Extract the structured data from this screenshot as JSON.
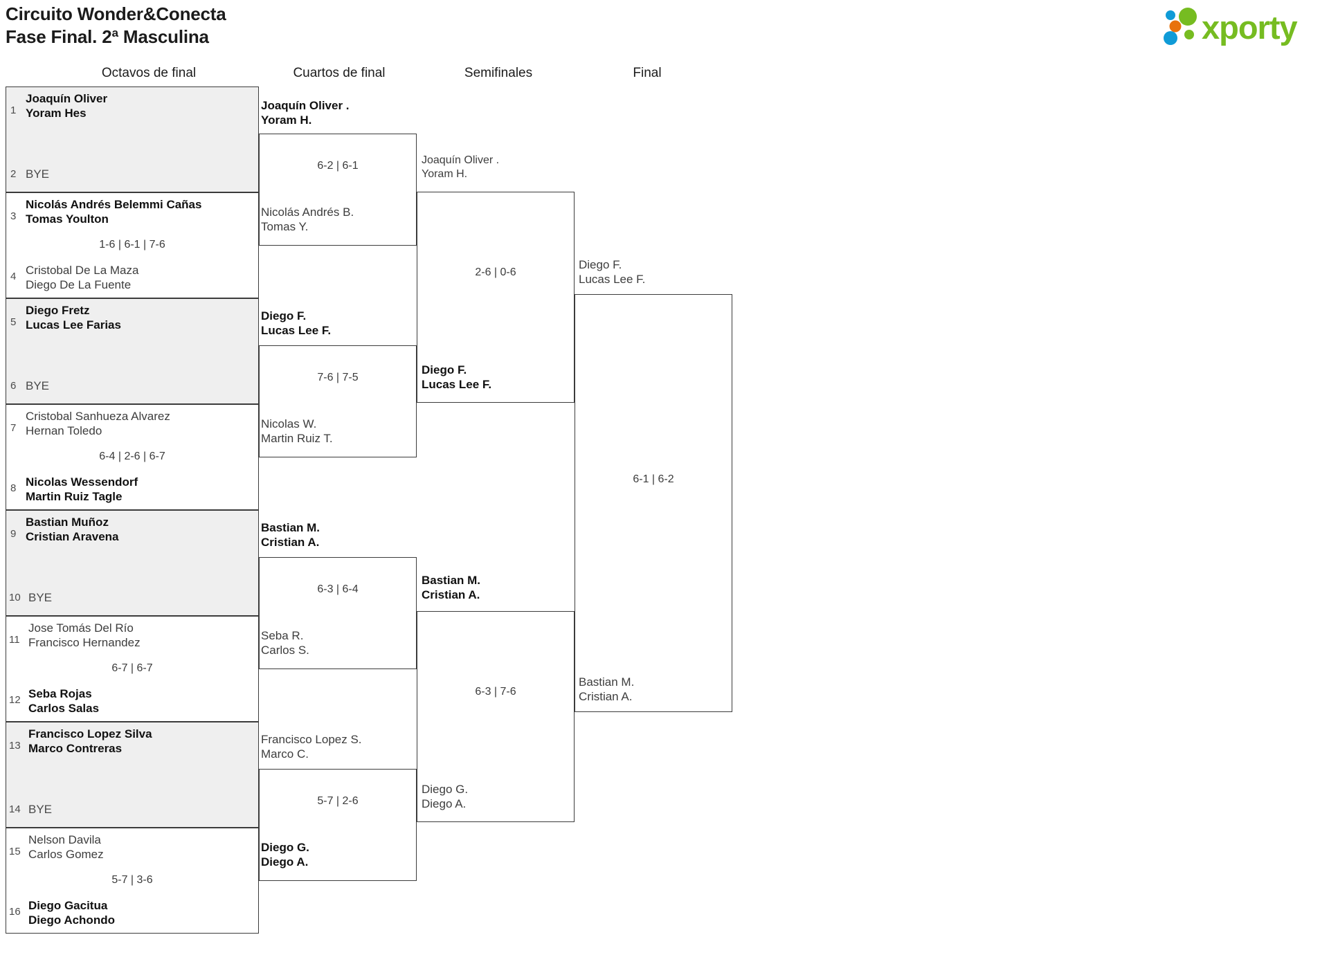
{
  "header": {
    "title_line1": "Circuito Wonder&Conecta",
    "title_line2": "Fase Final. 2ª Masculina",
    "logo_text": "xporty",
    "logo_colors": {
      "green": "#76bc21",
      "blue": "#0f9bd7",
      "orange": "#e8720c"
    }
  },
  "rounds": [
    {
      "label": "Octavos de final"
    },
    {
      "label": "Cuartos de final"
    },
    {
      "label": "Semifinales"
    },
    {
      "label": "Final"
    }
  ],
  "bye_label": "BYE",
  "round1": [
    {
      "seed_top": "1",
      "top_p1": "Joaquín Oliver",
      "top_p2": "Yoram Hes",
      "top_winner": true,
      "seed_bot": "2",
      "bot_bye": true,
      "bot_p1": "BYE",
      "bot_p2": "",
      "bot_winner": false,
      "score": "",
      "bye_block": true
    },
    {
      "seed_top": "3",
      "top_p1": "Nicolás Andrés Belemmi Cañas",
      "top_p2": "Tomas Youlton",
      "top_winner": true,
      "seed_bot": "4",
      "bot_bye": false,
      "bot_p1": "Cristobal De La Maza",
      "bot_p2": "Diego De La Fuente",
      "bot_winner": false,
      "score": "1-6 | 6-1 | 7-6",
      "bye_block": false
    },
    {
      "seed_top": "5",
      "top_p1": "Diego Fretz",
      "top_p2": "Lucas Lee Farias",
      "top_winner": true,
      "seed_bot": "6",
      "bot_bye": true,
      "bot_p1": "BYE",
      "bot_p2": "",
      "bot_winner": false,
      "score": "",
      "bye_block": true
    },
    {
      "seed_top": "7",
      "top_p1": "Cristobal Sanhueza Alvarez",
      "top_p2": "Hernan Toledo",
      "top_winner": false,
      "seed_bot": "8",
      "bot_bye": false,
      "bot_p1": "Nicolas Wessendorf",
      "bot_p2": "Martin Ruiz Tagle",
      "bot_winner": true,
      "score": "6-4 | 2-6 | 6-7",
      "bye_block": false
    },
    {
      "seed_top": "9",
      "top_p1": "Bastian Muñoz",
      "top_p2": "Cristian Aravena",
      "top_winner": true,
      "seed_bot": "10",
      "bot_bye": true,
      "bot_p1": "BYE",
      "bot_p2": "",
      "bot_winner": false,
      "score": "",
      "bye_block": true
    },
    {
      "seed_top": "11",
      "top_p1": "Jose Tomás Del Río",
      "top_p2": "Francisco Hernandez",
      "top_winner": false,
      "seed_bot": "12",
      "bot_bye": false,
      "bot_p1": "Seba Rojas",
      "bot_p2": "Carlos Salas",
      "bot_winner": true,
      "score": "6-7 | 6-7",
      "bye_block": false
    },
    {
      "seed_top": "13",
      "top_p1": "Francisco Lopez Silva",
      "top_p2": "Marco Contreras",
      "top_winner": true,
      "seed_bot": "14",
      "bot_bye": true,
      "bot_p1": "BYE",
      "bot_p2": "",
      "bot_winner": false,
      "score": "",
      "bye_block": true
    },
    {
      "seed_top": "15",
      "top_p1": "Nelson Davila",
      "top_p2": "Carlos Gomez",
      "top_winner": false,
      "seed_bot": "16",
      "bot_bye": false,
      "bot_p1": "Diego Gacitua",
      "bot_p2": "Diego Achondo",
      "bot_winner": true,
      "score": "5-7 | 3-6",
      "bye_block": false
    }
  ],
  "quarterfinals": [
    {
      "top_p1": "Joaquín Oliver .",
      "top_p2": "Yoram H.",
      "top_winner": true,
      "bot_p1": "Nicolás Andrés B.",
      "bot_p2": "Tomas Y.",
      "bot_winner": false,
      "score": "6-2 | 6-1"
    },
    {
      "top_p1": "Diego F.",
      "top_p2": "Lucas Lee F.",
      "top_winner": true,
      "bot_p1": "Nicolas W.",
      "bot_p2": "Martin Ruiz T.",
      "bot_winner": false,
      "score": "7-6 | 7-5"
    },
    {
      "top_p1": "Bastian M.",
      "top_p2": "Cristian A.",
      "top_winner": true,
      "bot_p1": "Seba R.",
      "bot_p2": "Carlos S.",
      "bot_winner": false,
      "score": "6-3 | 6-4"
    },
    {
      "top_p1": "Francisco Lopez S.",
      "top_p2": "Marco C.",
      "top_winner": false,
      "bot_p1": "Diego G.",
      "bot_p2": "Diego A.",
      "bot_winner": true,
      "score": "5-7 | 2-6"
    }
  ],
  "semifinals": [
    {
      "top_p1": "Joaquín Oliver .",
      "top_p2": "Yoram H.",
      "top_winner": false,
      "bot_p1": "Diego F.",
      "bot_p2": "Lucas Lee F.",
      "bot_winner": true,
      "score": "2-6 | 0-6"
    },
    {
      "top_p1": "Bastian M.",
      "top_p2": "Cristian A.",
      "top_winner": true,
      "bot_p1": "Diego G.",
      "bot_p2": "Diego A.",
      "bot_winner": false,
      "score": "6-3 | 7-6"
    }
  ],
  "final": {
    "top_p1": "Diego F.",
    "top_p2": "Lucas Lee F.",
    "top_winner": false,
    "bot_p1": "Bastian M.",
    "bot_p2": "Cristian A.",
    "bot_winner": false,
    "score": "6-1 | 6-2"
  }
}
